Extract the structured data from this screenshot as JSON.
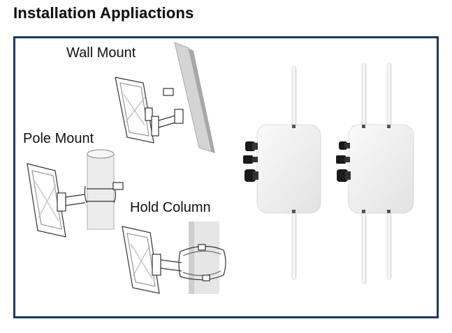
{
  "page": {
    "title": "Installation Appliactions"
  },
  "labels": {
    "wall_mount": "Wall Mount",
    "pole_mount": "Pole Mount",
    "hold_column": "Hold Column"
  },
  "colors": {
    "frame_border": "#1f3864",
    "device_body": "#f4f4f4",
    "connector": "#1a1a1a"
  },
  "icons": [
    "wall-mount-drawing-icon",
    "pole-mount-drawing-icon",
    "hold-column-drawing-icon",
    "outdoor-ap-device-icon"
  ]
}
